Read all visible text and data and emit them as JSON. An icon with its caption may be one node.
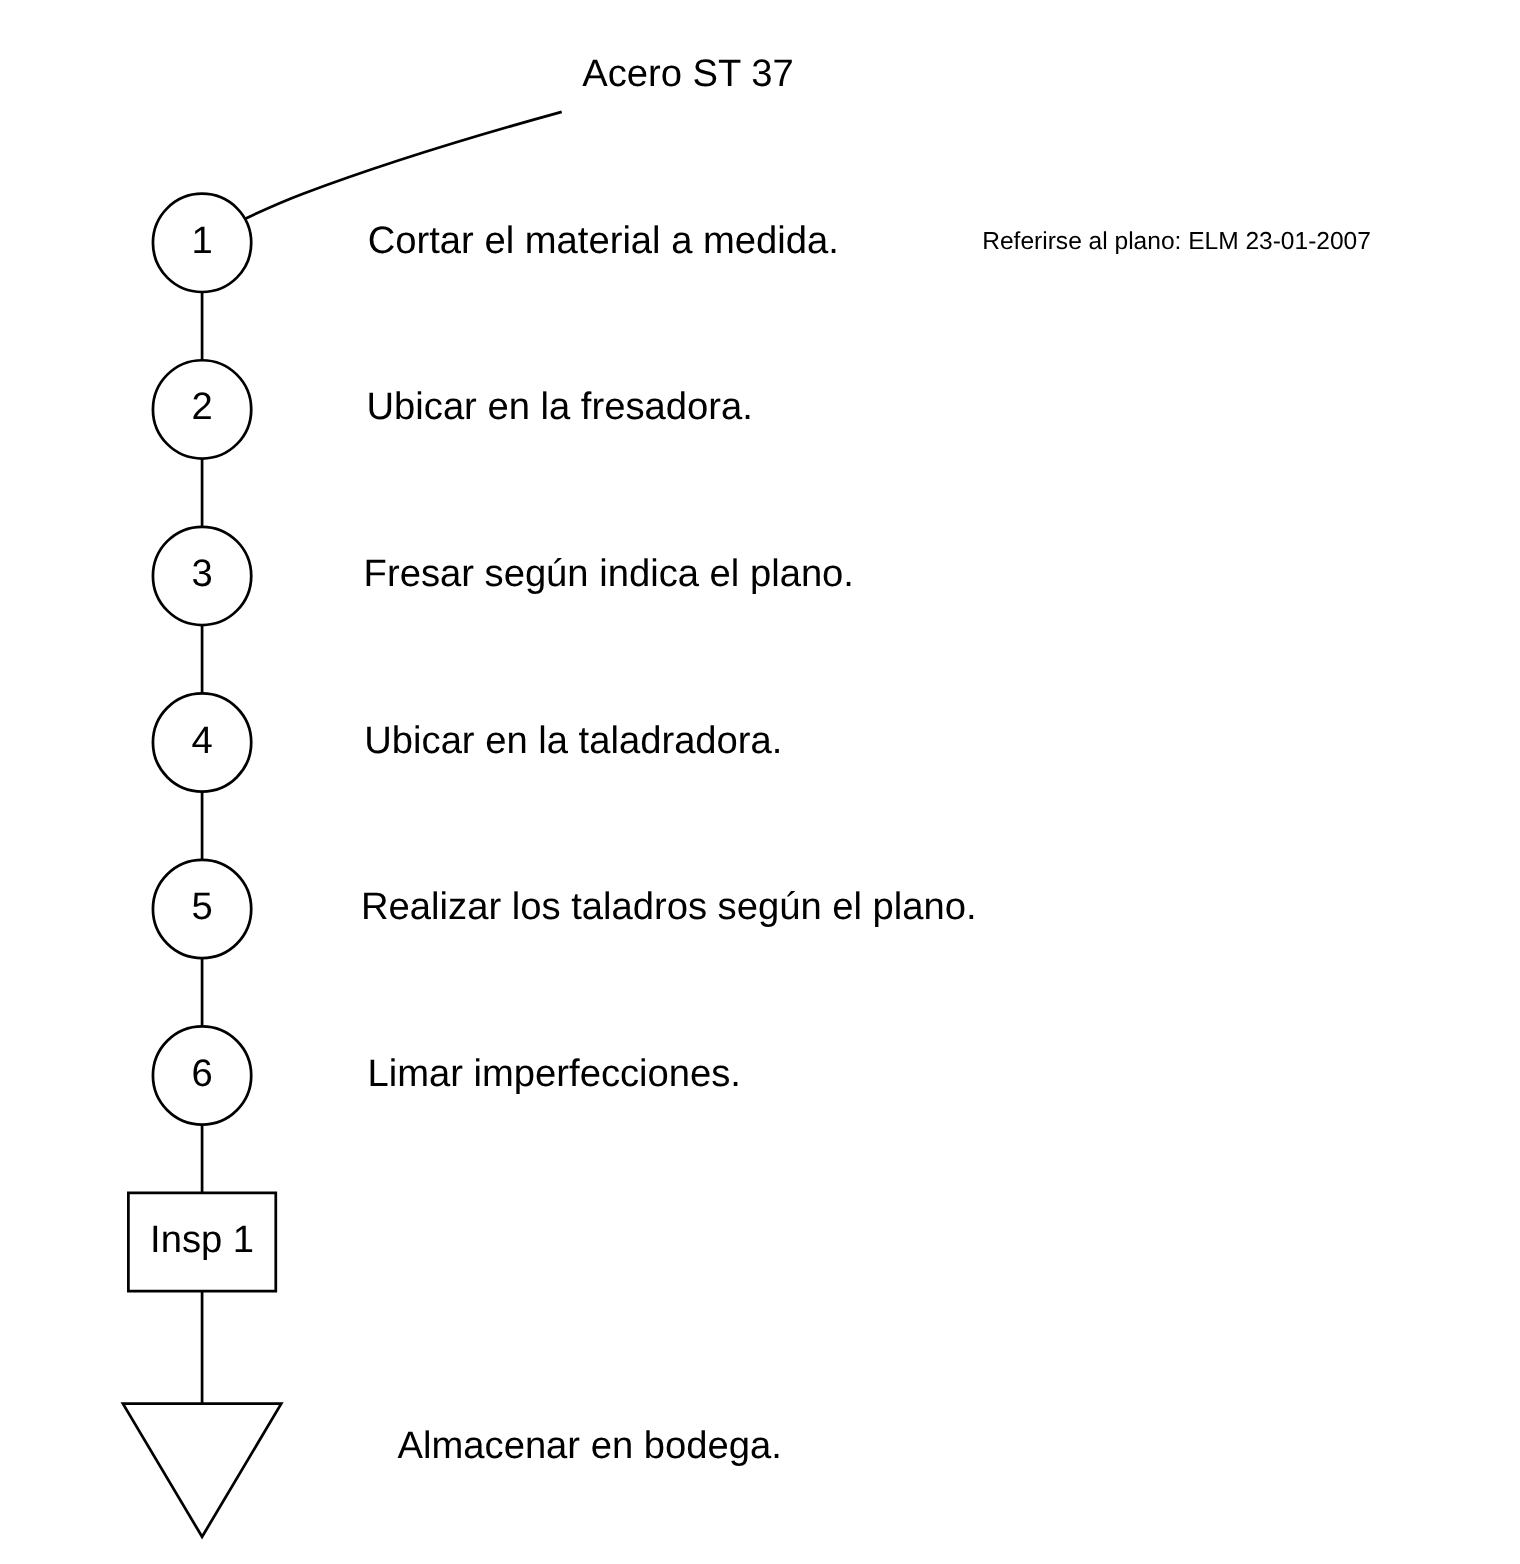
{
  "diagram": {
    "nodes": [
      {
        "text": [
          "Acero ST 37"
        ]
      },
      {
        "text": [
          "1"
        ],
        "beside": [
          "Cortar el material a medida."
        ]
      },
      {
        "text": [
          "2"
        ],
        "beside": [
          "Ubicar en la fresadora."
        ]
      },
      {
        "text": [
          "3"
        ],
        "beside": [
          "Fresar según indica el plano."
        ]
      },
      {
        "text": [
          "4"
        ],
        "beside": [
          "Ubicar en la taladradora."
        ]
      },
      {
        "text": [
          "5"
        ],
        "beside": [
          "Realizar los taladros según el plano."
        ]
      },
      {
        "text": [
          "6"
        ],
        "beside": [
          "Limar imperfecciones."
        ]
      },
      {
        "text": [
          "Insp 1"
        ]
      },
      {
        "text": [],
        "shape": "triangle",
        "beside": [
          "Almacenar en bodega."
        ]
      }
    ],
    "edges": [
      {
        "from": 0,
        "to": 1,
        "arrow": "none"
      },
      {
        "from": 1,
        "to": 2,
        "arrow": "none"
      },
      {
        "from": 2,
        "to": 3,
        "arrow": "none"
      },
      {
        "from": 3,
        "to": 4,
        "arrow": "none"
      },
      {
        "from": 4,
        "to": 5,
        "arrow": "none"
      },
      {
        "from": 5,
        "to": 6,
        "arrow": "none"
      },
      {
        "from": 6,
        "to": 7,
        "arrow": "none"
      },
      {
        "from": 7,
        "to": 8,
        "arrow": "none"
      }
    ],
    "labels": [
      "Referirse al plano: ELM 23-01-2007"
    ]
  }
}
